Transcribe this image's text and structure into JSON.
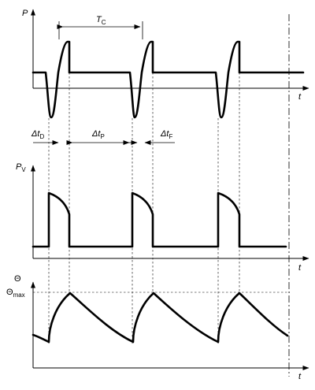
{
  "panels": {
    "power": {
      "y_label": "P",
      "x_label": "t"
    },
    "vapor": {
      "y_label_main": "P",
      "y_label_sub": "V",
      "x_label": "t"
    },
    "temperature": {
      "y_label": "Θ",
      "y_max_main": "Θ",
      "y_max_sub": "max",
      "x_label": "t"
    }
  },
  "dimensions": {
    "cycle": {
      "main": "T",
      "sub": "C"
    },
    "delay": {
      "main": "Δt",
      "sub": "D"
    },
    "pulse": {
      "main": "Δt",
      "sub": "P"
    },
    "fall": {
      "main": "Δt",
      "sub": "F"
    }
  }
}
